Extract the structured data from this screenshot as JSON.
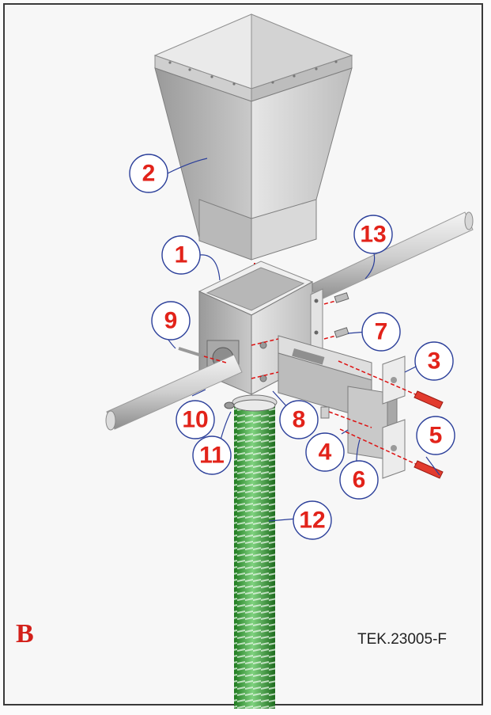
{
  "figure": {
    "panel_letter": "B",
    "reference_code": "TEK.23005-F",
    "colors": {
      "callout_number": "#e2231a",
      "callout_circle": "#2b3f9a",
      "hose": "#3aa33a",
      "metal": "#d9d9d9",
      "frame": "#3a3a3a"
    },
    "callouts": [
      {
        "number": "1",
        "part": "distribution-box"
      },
      {
        "number": "2",
        "part": "hopper"
      },
      {
        "number": "3",
        "part": "clamp-bracket"
      },
      {
        "number": "4",
        "part": "washer"
      },
      {
        "number": "5",
        "part": "bolt"
      },
      {
        "number": "6",
        "part": "bracket-arm"
      },
      {
        "number": "7",
        "part": "screw"
      },
      {
        "number": "8",
        "part": "nut"
      },
      {
        "number": "9",
        "part": "pin"
      },
      {
        "number": "10",
        "part": "hose-clamp"
      },
      {
        "number": "11",
        "part": "ring"
      },
      {
        "number": "12",
        "part": "flexible-hose"
      },
      {
        "number": "13",
        "part": "support-pipe"
      }
    ]
  }
}
